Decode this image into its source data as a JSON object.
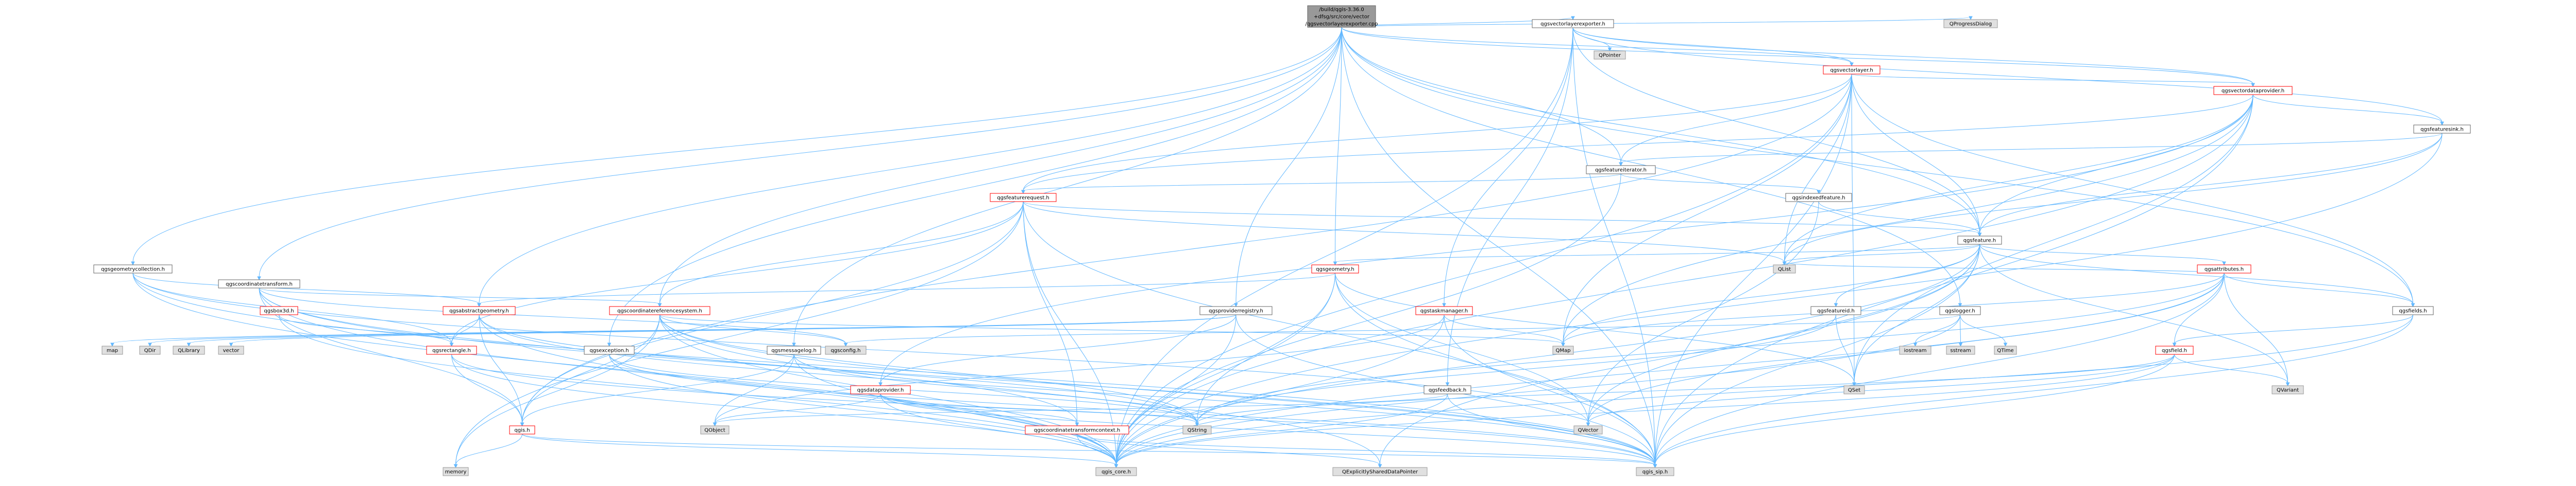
{
  "colors": {
    "edge": "#63b8ff",
    "node_fill": "#ffffff",
    "node_stroke": "#666666",
    "external_fill": "#e0e0e0",
    "external_stroke": "#999999",
    "highlight_stroke": "#ff0000",
    "root_fill": "#999999",
    "root_stroke": "#666666"
  },
  "root": {
    "lines": [
      "/build/qgis-3.36.0",
      "+dfsg/src/core/vector",
      "/qgsvectorlayerexporter.cpp"
    ]
  },
  "nodes": [
    {
      "id": "qgsvectorlayerexporter_h",
      "label": "qgsvectorlayerexporter.h",
      "kind": "normal"
    },
    {
      "id": "qprogressdialog",
      "label": "QProgressDialog",
      "kind": "external"
    },
    {
      "id": "qpointer",
      "label": "QPointer",
      "kind": "external"
    },
    {
      "id": "qgsvectorlayer_h",
      "label": "qgsvectorlayer.h",
      "kind": "highlight"
    },
    {
      "id": "qgsvectordataprovider_h",
      "label": "qgsvectordataprovider.h",
      "kind": "highlight"
    },
    {
      "id": "qgsfeaturesink_h",
      "label": "qgsfeaturesink.h",
      "kind": "normal"
    },
    {
      "id": "qgsfeatureiterator_h",
      "label": "qgsfeatureiterator.h",
      "kind": "normal"
    },
    {
      "id": "qgsfeaturerequest_h",
      "label": "qgsfeaturerequest.h",
      "kind": "highlight"
    },
    {
      "id": "qgsindexedfeature_h",
      "label": "qgsindexedfeature.h",
      "kind": "normal"
    },
    {
      "id": "qgsfeature_h",
      "label": "qgsfeature.h",
      "kind": "normal"
    },
    {
      "id": "qgsgeometry_h",
      "label": "qgsgeometry.h",
      "kind": "highlight"
    },
    {
      "id": "qgsattributes_h",
      "label": "qgsattributes.h",
      "kind": "highlight"
    },
    {
      "id": "qgstaskmanager_h",
      "label": "qgstaskmanager.h",
      "kind": "highlight"
    },
    {
      "id": "qgsfeatureid_h",
      "label": "qgsfeatureid.h",
      "kind": "normal"
    },
    {
      "id": "qgsfields_h",
      "label": "qgsfields.h",
      "kind": "normal"
    },
    {
      "id": "qgsfield_h",
      "label": "qgsfield.h",
      "kind": "highlight"
    },
    {
      "id": "qgslogger_h",
      "label": "qgslogger.h",
      "kind": "normal"
    },
    {
      "id": "iostream",
      "label": "iostream",
      "kind": "external"
    },
    {
      "id": "sstream",
      "label": "sstream",
      "kind": "external"
    },
    {
      "id": "qtime",
      "label": "QTime",
      "kind": "external"
    },
    {
      "id": "qgsgeometrycollection_h",
      "label": "qgsgeometrycollection.h",
      "kind": "normal"
    },
    {
      "id": "qgscoordinatetransform_h",
      "label": "qgscoordinatetransform.h",
      "kind": "normal"
    },
    {
      "id": "qgsproviderregistry_h",
      "label": "qgsproviderregistry.h",
      "kind": "normal"
    },
    {
      "id": "qgsbox3d_h",
      "label": "qgsbox3d.h",
      "kind": "highlight"
    },
    {
      "id": "qgsabstractgeometry_h",
      "label": "qgsabstractgeometry.h",
      "kind": "highlight"
    },
    {
      "id": "qgscoordinatereferencesystem_h",
      "label": "qgscoordinatereferencesystem.h",
      "kind": "highlight"
    },
    {
      "id": "qgsmessagelog_h",
      "label": "qgsmessagelog.h",
      "kind": "normal"
    },
    {
      "id": "qgsexception_h",
      "label": "qgsexception.h",
      "kind": "normal"
    },
    {
      "id": "qgsrectangle_h",
      "label": "qgsrectangle.h",
      "kind": "highlight"
    },
    {
      "id": "qgsdataprovider_h",
      "label": "qgsdataprovider.h",
      "kind": "highlight"
    },
    {
      "id": "qgsfeedback_h",
      "label": "qgsfeedback.h",
      "kind": "normal"
    },
    {
      "id": "qgsconfig_h",
      "label": "qgsconfig.h",
      "kind": "external"
    },
    {
      "id": "qgs_h",
      "label": "qgis.h",
      "kind": "highlight"
    },
    {
      "id": "qgscoordinatetransformcontext_h",
      "label": "qgscoordinatetransformcontext.h",
      "kind": "highlight"
    },
    {
      "id": "map",
      "label": "map",
      "kind": "external"
    },
    {
      "id": "qdir",
      "label": "QDir",
      "kind": "external"
    },
    {
      "id": "qlibrary",
      "label": "QLibrary",
      "kind": "external"
    },
    {
      "id": "vector",
      "label": "vector",
      "kind": "external"
    },
    {
      "id": "qmap",
      "label": "QMap",
      "kind": "external"
    },
    {
      "id": "qlist",
      "label": "QList",
      "kind": "external"
    },
    {
      "id": "qset",
      "label": "QSet",
      "kind": "external"
    },
    {
      "id": "qvariant",
      "label": "QVariant",
      "kind": "external"
    },
    {
      "id": "qvector",
      "label": "QVector",
      "kind": "external"
    },
    {
      "id": "qobject",
      "label": "QObject",
      "kind": "external"
    },
    {
      "id": "qstring",
      "label": "QString",
      "kind": "external"
    },
    {
      "id": "memory",
      "label": "memory",
      "kind": "external"
    },
    {
      "id": "qgis_core_h",
      "label": "qgis_core.h",
      "kind": "external"
    },
    {
      "id": "qexplicitlyshareddatapointer",
      "label": "QExplicitlySharedDataPointer",
      "kind": "external"
    },
    {
      "id": "qgis_sip_h",
      "label": "qgis_sip.h",
      "kind": "external"
    }
  ],
  "edges": [
    [
      "root",
      "qgsvectorlayerexporter_h"
    ],
    [
      "root",
      "qprogressdialog"
    ],
    [
      "root",
      "qgsvectorlayer_h"
    ],
    [
      "root",
      "qgsvectordataprovider_h"
    ],
    [
      "root",
      "qgsfeatureiterator_h"
    ],
    [
      "root",
      "qgsfeature_h"
    ],
    [
      "root",
      "qgsgeometry_h"
    ],
    [
      "root",
      "qgsfields_h"
    ],
    [
      "root",
      "qgslogger_h"
    ],
    [
      "root",
      "qgsgeometrycollection_h"
    ],
    [
      "root",
      "qgscoordinatetransform_h"
    ],
    [
      "root",
      "qgsproviderregistry_h"
    ],
    [
      "root",
      "qgsabstractgeometry_h"
    ],
    [
      "root",
      "qgscoordinatereferencesystem_h"
    ],
    [
      "root",
      "qgsmessagelog_h"
    ],
    [
      "root",
      "qgsexception_h"
    ],
    [
      "root",
      "qgis_sip_h"
    ],
    [
      "qgsvectorlayerexporter_h",
      "qpointer"
    ],
    [
      "qgsvectorlayerexporter_h",
      "qgsvectorlayer_h"
    ],
    [
      "qgsvectorlayerexporter_h",
      "qgsvectordataprovider_h"
    ],
    [
      "qgsvectorlayerexporter_h",
      "qgsfeaturesink_h"
    ],
    [
      "qgsvectorlayerexporter_h",
      "qgsfeature_h"
    ],
    [
      "qgsvectorlayerexporter_h",
      "qgstaskmanager_h"
    ],
    [
      "qgsvectorlayerexporter_h",
      "qgsfeedback_h"
    ],
    [
      "qgsvectorlayerexporter_h",
      "qgis_core_h"
    ],
    [
      "qgsvectorlayerexporter_h",
      "qgis_sip_h"
    ],
    [
      "qgsvectorlayer_h",
      "qgsvectordataprovider_h"
    ],
    [
      "qgsvectorlayer_h",
      "qgsfeatureiterator_h"
    ],
    [
      "qgsvectorlayer_h",
      "qgsfeaturerequest_h"
    ],
    [
      "qgsvectorlayer_h",
      "qgsfeature_h"
    ],
    [
      "qgsvectorlayer_h",
      "qgsfields_h"
    ],
    [
      "qgsvectorlayer_h",
      "qmap"
    ],
    [
      "qgsvectorlayer_h",
      "qlist"
    ],
    [
      "qgsvectorlayer_h",
      "qset"
    ],
    [
      "qgsvectorlayer_h",
      "qgs_h"
    ],
    [
      "qgsvectorlayer_h",
      "qgis_core_h"
    ],
    [
      "qgsvectorlayer_h",
      "qgis_sip_h"
    ],
    [
      "qgsvectordataprovider_h",
      "qgsfeaturesink_h"
    ],
    [
      "qgsvectordataprovider_h",
      "qgsdataprovider_h"
    ],
    [
      "qgsvectordataprovider_h",
      "qgsfeature_h"
    ],
    [
      "qgsvectordataprovider_h",
      "qgsfeaturerequest_h"
    ],
    [
      "qgsvectordataprovider_h",
      "qmap"
    ],
    [
      "qgsvectordataprovider_h",
      "qlist"
    ],
    [
      "qgsvectordataprovider_h",
      "qset"
    ],
    [
      "qgsvectordataprovider_h",
      "qgis_core_h"
    ],
    [
      "qgsvectordataprovider_h",
      "qgis_sip_h"
    ],
    [
      "qgsfeaturesink_h",
      "qgsfeature_h"
    ],
    [
      "qgsfeaturesink_h",
      "qgsfeatureiterator_h"
    ],
    [
      "qgsfeaturesink_h",
      "qlist"
    ],
    [
      "qgsfeaturesink_h",
      "qgis_core_h"
    ],
    [
      "qgsfeatureiterator_h",
      "qgsfeaturerequest_h"
    ],
    [
      "qgsfeatureiterator_h",
      "qgsindexedfeature_h"
    ],
    [
      "qgsfeatureiterator_h",
      "qgis_core_h"
    ],
    [
      "qgsfeaturerequest_h",
      "qgsfeature_h"
    ],
    [
      "qgsfeaturerequest_h",
      "qgsrectangle_h"
    ],
    [
      "qgsfeaturerequest_h",
      "qgscoordinatereferencesystem_h"
    ],
    [
      "qgsfeaturerequest_h",
      "qgscoordinatetransformcontext_h"
    ],
    [
      "qgsfeaturerequest_h",
      "qgs_h"
    ],
    [
      "qgsfeaturerequest_h",
      "qlist"
    ],
    [
      "qgsfeaturerequest_h",
      "memory"
    ],
    [
      "qgsfeaturerequest_h",
      "qgis_core_h"
    ],
    [
      "qgsfeaturerequest_h",
      "qgis_sip_h"
    ],
    [
      "qgsindexedfeature_h",
      "qgsfeature_h"
    ],
    [
      "qgsindexedfeature_h",
      "qvector"
    ],
    [
      "qgsfeature_h",
      "qgsgeometry_h"
    ],
    [
      "qgsfeature_h",
      "qgsattributes_h"
    ],
    [
      "qgsfeature_h",
      "qgsfeatureid_h"
    ],
    [
      "qgsfeature_h",
      "qgsfields_h"
    ],
    [
      "qgsfeature_h",
      "qlist"
    ],
    [
      "qgsfeature_h",
      "qmap"
    ],
    [
      "qgsfeature_h",
      "qset"
    ],
    [
      "qgsfeature_h",
      "qvariant"
    ],
    [
      "qgsfeature_h",
      "qvector"
    ],
    [
      "qgsfeature_h",
      "qexplicitlyshareddatapointer"
    ],
    [
      "qgsfeature_h",
      "qgis_core_h"
    ],
    [
      "qgsfeature_h",
      "qgis_sip_h"
    ],
    [
      "qgsgeometry_h",
      "qgsabstractgeometry_h"
    ],
    [
      "qgsgeometry_h",
      "qset"
    ],
    [
      "qgsgeometry_h",
      "qstring"
    ],
    [
      "qgsgeometry_h",
      "qvector"
    ],
    [
      "qgsgeometry_h",
      "qgis_core_h"
    ],
    [
      "qgsgeometry_h",
      "qgis_sip_h"
    ],
    [
      "qgsattributes_h",
      "qmap"
    ],
    [
      "qgsattributes_h",
      "qstring"
    ],
    [
      "qgsattributes_h",
      "qvariant"
    ],
    [
      "qgsattributes_h",
      "qlist"
    ],
    [
      "qgsattributes_h",
      "qvector"
    ],
    [
      "qgsattributes_h",
      "qgsfield_h"
    ],
    [
      "qgsattributes_h",
      "qgsfields_h"
    ],
    [
      "qgsattributes_h",
      "qgis_core_h"
    ],
    [
      "qgsattributes_h",
      "qgis_sip_h"
    ],
    [
      "qgstaskmanager_h",
      "qobject"
    ],
    [
      "qgstaskmanager_h",
      "qmap"
    ],
    [
      "qgstaskmanager_h",
      "qgis_core_h"
    ],
    [
      "qgstaskmanager_h",
      "qgis_sip_h"
    ],
    [
      "qgsfeatureid_h",
      "qset"
    ],
    [
      "qgsfeatureid_h",
      "qstring"
    ],
    [
      "qgsfields_h",
      "qgsfield_h"
    ],
    [
      "qgsfields_h",
      "qgis_core_h"
    ],
    [
      "qgsfields_h",
      "qgis_sip_h"
    ],
    [
      "qgsfield_h",
      "qstring"
    ],
    [
      "qgsfield_h",
      "qvariant"
    ],
    [
      "qgsfield_h",
      "qvector"
    ],
    [
      "qgsfield_h",
      "qgis_core_h"
    ],
    [
      "qgsfield_h",
      "qgis_sip_h"
    ],
    [
      "qgslogger_h",
      "iostream"
    ],
    [
      "qgslogger_h",
      "sstream"
    ],
    [
      "qgslogger_h",
      "qtime"
    ],
    [
      "qgslogger_h",
      "qgis_core_h"
    ],
    [
      "qgslogger_h",
      "qgsconfig_h"
    ],
    [
      "qgsgeometrycollection_h",
      "qgsabstractgeometry_h"
    ],
    [
      "qgsgeometrycollection_h",
      "qgsrectangle_h"
    ],
    [
      "qgsgeometrycollection_h",
      "qvector"
    ],
    [
      "qgsgeometrycollection_h",
      "qgis_core_h"
    ],
    [
      "qgsgeometrycollection_h",
      "qgis_sip_h"
    ],
    [
      "qgscoordinatetransform_h",
      "qgscoordinatereferencesystem_h"
    ],
    [
      "qgscoordinatetransform_h",
      "qgscoordinatetransformcontext_h"
    ],
    [
      "qgscoordinatetransform_h",
      "qgsconfig_h"
    ],
    [
      "qgscoordinatetransform_h",
      "qgs_h"
    ],
    [
      "qgscoordinatetransform_h",
      "qgis_core_h"
    ],
    [
      "qgscoordinatetransform_h",
      "qgis_sip_h"
    ],
    [
      "qgsproviderregistry_h",
      "map"
    ],
    [
      "qgsproviderregistry_h",
      "qdir"
    ],
    [
      "qgsproviderregistry_h",
      "qlibrary"
    ],
    [
      "qgsproviderregistry_h",
      "vector"
    ],
    [
      "qgsproviderregistry_h",
      "qgsdataprovider_h"
    ],
    [
      "qgsproviderregistry_h",
      "qgis_core_h"
    ],
    [
      "qgsproviderregistry_h",
      "qgis_sip_h"
    ],
    [
      "qgsbox3d_h",
      "qgsrectangle_h"
    ],
    [
      "qgsbox3d_h",
      "qgis_core_h"
    ],
    [
      "qgsabstractgeometry_h",
      "qgsrectangle_h"
    ],
    [
      "qgsabstractgeometry_h",
      "qgs_h"
    ],
    [
      "qgsabstractgeometry_h",
      "qstring"
    ],
    [
      "qgsabstractgeometry_h",
      "qgis_core_h"
    ],
    [
      "qgsabstractgeometry_h",
      "qgis_sip_h"
    ],
    [
      "qgscoordinatereferencesystem_h",
      "qgsconfig_h"
    ],
    [
      "qgscoordinatereferencesystem_h",
      "qstring"
    ],
    [
      "qgscoordinatereferencesystem_h",
      "qmap"
    ],
    [
      "qgscoordinatereferencesystem_h",
      "qgs_h"
    ],
    [
      "qgscoordinatereferencesystem_h",
      "memory"
    ],
    [
      "qgscoordinatereferencesystem_h",
      "qexplicitlyshareddatapointer"
    ],
    [
      "qgscoordinatereferencesystem_h",
      "qgis_core_h"
    ],
    [
      "qgscoordinatereferencesystem_h",
      "qgis_sip_h"
    ],
    [
      "qgsmessagelog_h",
      "qstring"
    ],
    [
      "qgsmessagelog_h",
      "qobject"
    ],
    [
      "qgsmessagelog_h",
      "qgis_core_h"
    ],
    [
      "qgsmessagelog_h",
      "qgs_h"
    ],
    [
      "qgsexception_h",
      "qstring"
    ],
    [
      "qgsexception_h",
      "qgis_core_h"
    ],
    [
      "qgsexception_h",
      "qgis_sip_h"
    ],
    [
      "qgsrectangle_h",
      "qgs_h"
    ],
    [
      "qgsrectangle_h",
      "qgis_core_h"
    ],
    [
      "qgsrectangle_h",
      "qgis_sip_h"
    ],
    [
      "qgsdataprovider_h",
      "qobject"
    ],
    [
      "qgsdataprovider_h",
      "qstring"
    ],
    [
      "qgsdataprovider_h",
      "qgscoordinatetransformcontext_h"
    ],
    [
      "qgsdataprovider_h",
      "qgis_core_h"
    ],
    [
      "qgsdataprovider_h",
      "qgis_sip_h"
    ],
    [
      "qgsfeedback_h",
      "qobject"
    ],
    [
      "qgsfeedback_h",
      "qgis_core_h"
    ],
    [
      "qgsfeedback_h",
      "qgis_sip_h"
    ],
    [
      "qgs_h",
      "memory"
    ],
    [
      "qgs_h",
      "qgis_core_h"
    ],
    [
      "qgs_h",
      "qgis_sip_h"
    ],
    [
      "qgscoordinatetransformcontext_h",
      "qexplicitlyshareddatapointer"
    ],
    [
      "qgscoordinatetransformcontext_h",
      "qgis_core_h"
    ],
    [
      "qgscoordinatetransformcontext_h",
      "qgis_sip_h"
    ]
  ]
}
